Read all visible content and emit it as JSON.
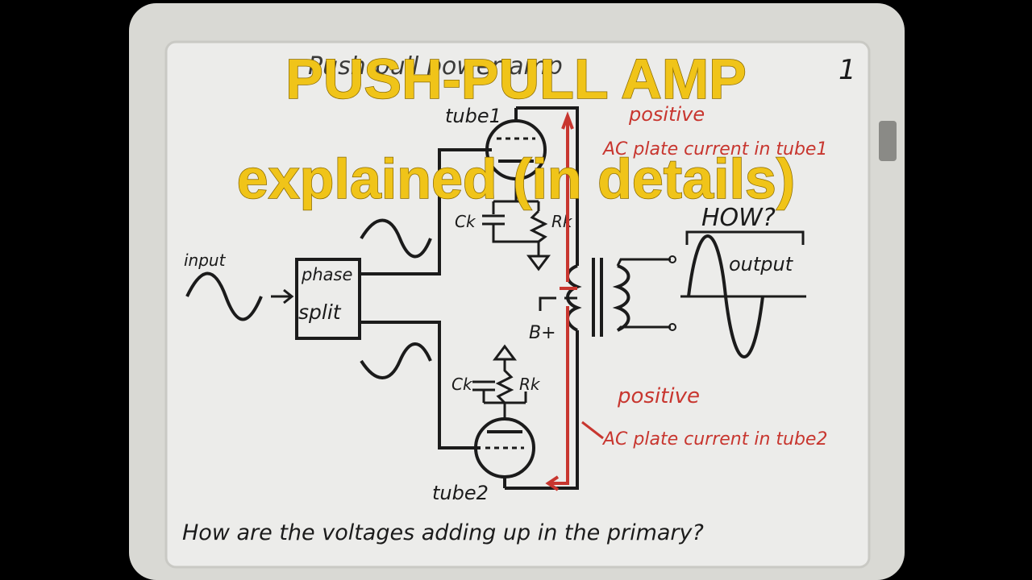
{
  "overlay_title": {
    "line1": "PUSH-PULL AMP",
    "line2": "explained (in details)"
  },
  "board": {
    "page_number": "1",
    "top_heading": "Push-pull power amp",
    "input_label": "input",
    "phase_split_line1": "phase",
    "phase_split_line2": "split",
    "tube1_label": "tube1",
    "tube2_label": "tube2",
    "ck_top": "Ck",
    "rk_top": "Rk",
    "ck_bottom": "Ck",
    "rk_bottom": "Rk",
    "bplus_label": "B+",
    "how_label": "HOW?",
    "output_label": "output",
    "red_top_line1": "positive",
    "red_top_line2": "AC plate current in tube1",
    "red_bottom_line1": "positive",
    "red_bottom_line2": "AC plate current in tube2",
    "bottom_question": "How are the voltages adding up in the primary?"
  },
  "colors": {
    "board_frame": "#d9d9d4",
    "board_surface": "#ececea",
    "ink_black": "#1b1b1b",
    "ink_red": "#c8362f",
    "title_yellow": "#f0c419"
  }
}
